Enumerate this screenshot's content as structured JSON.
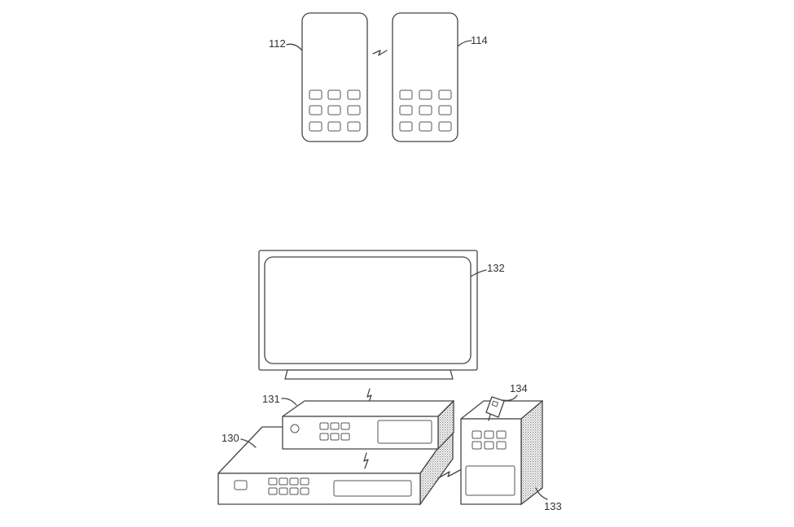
{
  "labels": {
    "phone_a": "112",
    "phone_b": "114",
    "display": "132",
    "device_131": "131",
    "device_130": "130",
    "tower": "133",
    "dongle": "134"
  },
  "colors": {
    "line": "#444444",
    "background": "#ffffff",
    "shading": "#888888"
  }
}
